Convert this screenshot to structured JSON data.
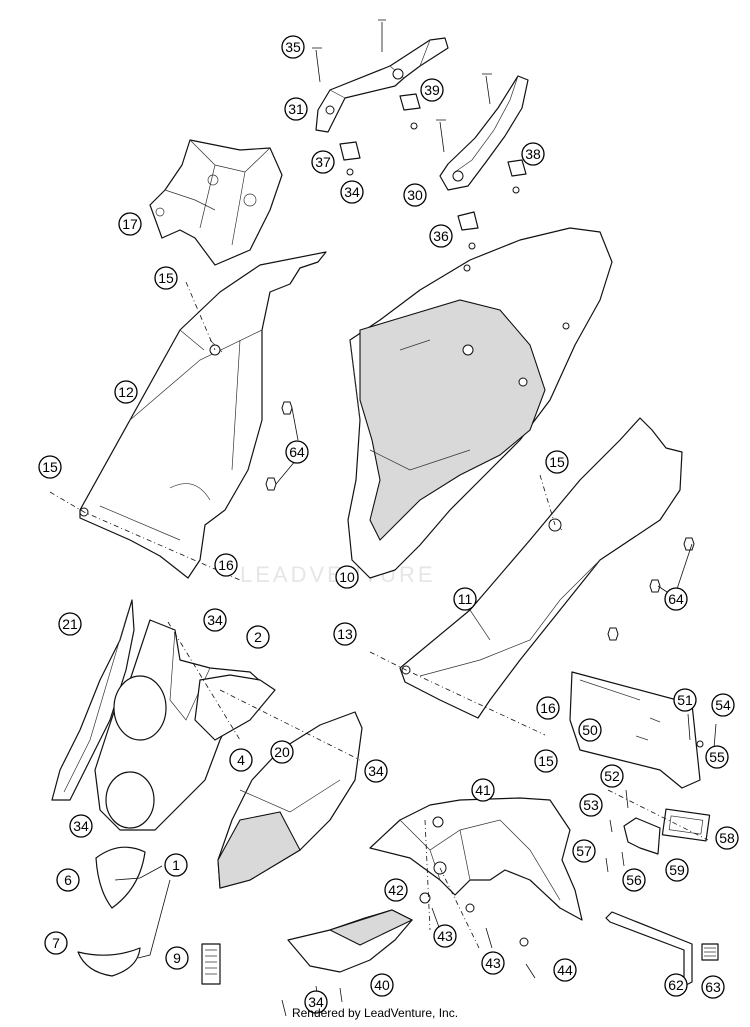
{
  "diagram": {
    "watermark": "LEADVENTURE",
    "footer": "Rendered by LeadVenture, Inc.",
    "callouts": [
      {
        "id": "c1",
        "label": "1"
      },
      {
        "id": "c2",
        "label": "2"
      },
      {
        "id": "c4",
        "label": "4"
      },
      {
        "id": "c6",
        "label": "6"
      },
      {
        "id": "c7",
        "label": "7"
      },
      {
        "id": "c9",
        "label": "9"
      },
      {
        "id": "c10",
        "label": "10"
      },
      {
        "id": "c11",
        "label": "11"
      },
      {
        "id": "c12",
        "label": "12"
      },
      {
        "id": "c13",
        "label": "13"
      },
      {
        "id": "c15a",
        "label": "15"
      },
      {
        "id": "c15b",
        "label": "15"
      },
      {
        "id": "c15c",
        "label": "15"
      },
      {
        "id": "c15d",
        "label": "15"
      },
      {
        "id": "c16a",
        "label": "16"
      },
      {
        "id": "c16b",
        "label": "16"
      },
      {
        "id": "c17",
        "label": "17"
      },
      {
        "id": "c20",
        "label": "20"
      },
      {
        "id": "c21",
        "label": "21"
      },
      {
        "id": "c30",
        "label": "30"
      },
      {
        "id": "c31",
        "label": "31"
      },
      {
        "id": "c34a",
        "label": "34"
      },
      {
        "id": "c34b",
        "label": "34"
      },
      {
        "id": "c34c",
        "label": "34"
      },
      {
        "id": "c34d",
        "label": "34"
      },
      {
        "id": "c34e",
        "label": "34"
      },
      {
        "id": "c35",
        "label": "35"
      },
      {
        "id": "c36",
        "label": "36"
      },
      {
        "id": "c37",
        "label": "37"
      },
      {
        "id": "c38",
        "label": "38"
      },
      {
        "id": "c39",
        "label": "39"
      },
      {
        "id": "c40",
        "label": "40"
      },
      {
        "id": "c41",
        "label": "41"
      },
      {
        "id": "c42",
        "label": "42"
      },
      {
        "id": "c43a",
        "label": "43"
      },
      {
        "id": "c43b",
        "label": "43"
      },
      {
        "id": "c44",
        "label": "44"
      },
      {
        "id": "c50",
        "label": "50"
      },
      {
        "id": "c51",
        "label": "51"
      },
      {
        "id": "c52",
        "label": "52"
      },
      {
        "id": "c53",
        "label": "53"
      },
      {
        "id": "c54",
        "label": "54"
      },
      {
        "id": "c55",
        "label": "55"
      },
      {
        "id": "c56",
        "label": "56"
      },
      {
        "id": "c57",
        "label": "57"
      },
      {
        "id": "c58",
        "label": "58"
      },
      {
        "id": "c59",
        "label": "59"
      },
      {
        "id": "c62",
        "label": "62"
      },
      {
        "id": "c63",
        "label": "63"
      },
      {
        "id": "c64a",
        "label": "64"
      },
      {
        "id": "c64b",
        "label": "64"
      }
    ]
  }
}
